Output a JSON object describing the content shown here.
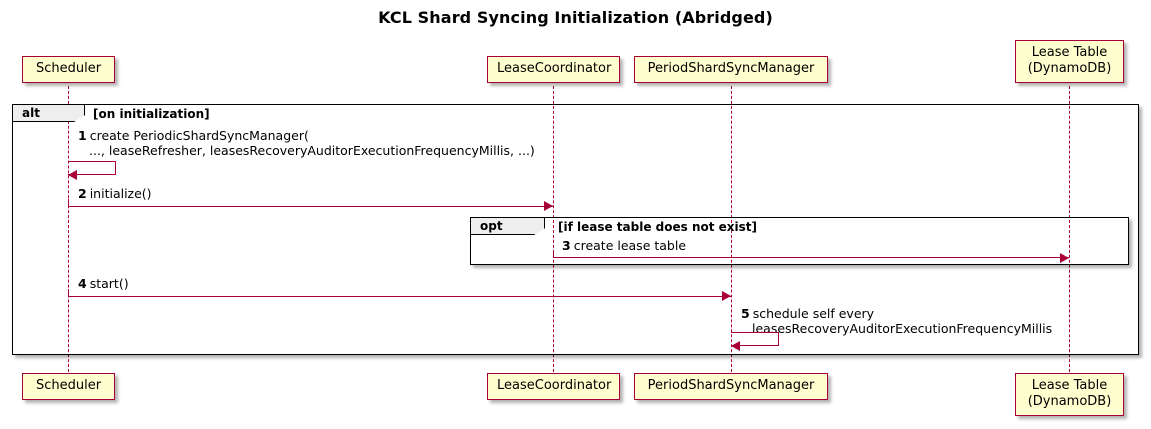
{
  "title": "KCL Shard Syncing Initialization (Abridged)",
  "colors": {
    "participant_fill": "#FEFECE",
    "participant_border": "#A80036",
    "arrow": "#A80036",
    "fragment_border": "#000000",
    "fragment_tab_fill": "#EEEEEE",
    "background": "#FFFFFF"
  },
  "participants": [
    {
      "id": "scheduler",
      "lines": [
        "Scheduler"
      ]
    },
    {
      "id": "coordinator",
      "lines": [
        "LeaseCoordinator"
      ]
    },
    {
      "id": "syncmanager",
      "lines": [
        "PeriodShardSyncManager"
      ]
    },
    {
      "id": "leasetable",
      "lines": [
        "Lease Table",
        "(DynamoDB)"
      ]
    }
  ],
  "fragments": [
    {
      "id": "alt",
      "operator": "alt",
      "guard": "[on initialization]"
    },
    {
      "id": "opt",
      "operator": "opt",
      "guard": "[if lease table does not exist]"
    }
  ],
  "messages": [
    {
      "number": "1",
      "line1": "create PeriodicShardSyncManager(",
      "line2": "..., leaseRefresher, leasesRecoveryAuditorExecutionFrequencyMillis, ...)",
      "from": "scheduler",
      "to": "scheduler",
      "kind": "self"
    },
    {
      "number": "2",
      "line1": "initialize()",
      "from": "scheduler",
      "to": "coordinator",
      "kind": "call"
    },
    {
      "number": "3",
      "line1": "create lease table",
      "from": "coordinator",
      "to": "leasetable",
      "kind": "call"
    },
    {
      "number": "4",
      "line1": "start()",
      "from": "scheduler",
      "to": "syncmanager",
      "kind": "call"
    },
    {
      "number": "5",
      "line1": "schedule self every",
      "line2": "leasesRecoveryAuditorExecutionFrequencyMillis",
      "from": "syncmanager",
      "to": "syncmanager",
      "kind": "self"
    }
  ]
}
